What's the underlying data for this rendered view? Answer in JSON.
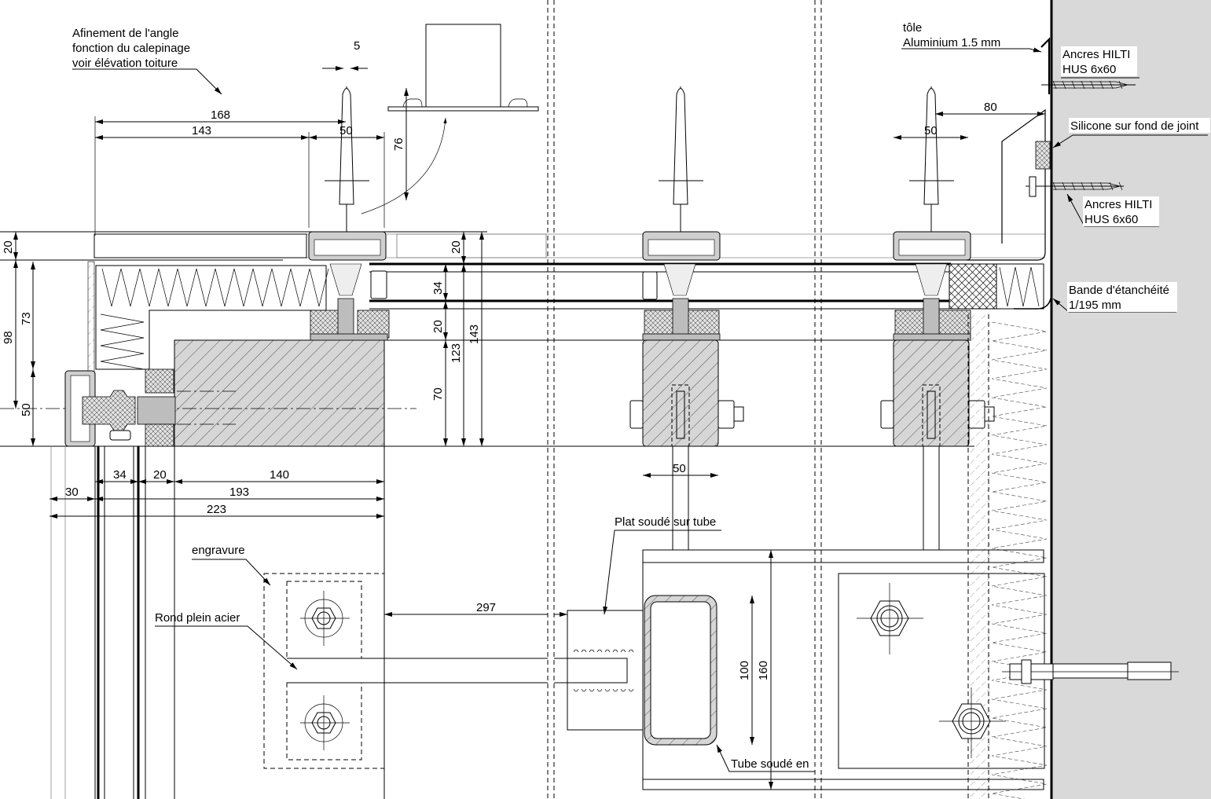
{
  "drawing": {
    "title": "Détail construction façade / toiture",
    "colors": {
      "line": "#000000",
      "wall": "#d9d9d9",
      "section_fill": "#d0d0d0"
    }
  },
  "annotations": {
    "afinement": [
      "Afinement de l'angle",
      "fonction du calepinage",
      "voir élévation toiture"
    ],
    "tole": [
      "tôle",
      "Aluminium 1.5 mm"
    ],
    "ancres_top": [
      "Ancres HILTI",
      "HUS 6x60"
    ],
    "silicone": "Silicone sur fond de joint",
    "ancres_mid": [
      "Ancres HILTI",
      "HUS 6x60"
    ],
    "bande": [
      "Bande d'étanchéité",
      "1/195 mm"
    ],
    "engravure": "engravure",
    "rond_plein": "Rond plein acier",
    "plat_soude": "Plat soudé sur tube",
    "tube_soude": "Tube soudé en"
  },
  "dimensions": {
    "d5": "5",
    "d168": "168",
    "d143_top": "143",
    "d50_top_left": "50",
    "d76": "76",
    "d80": "80",
    "d50_top_right": "50",
    "d20_left": "20",
    "d98": "98",
    "d73": "73",
    "d50_left": "50",
    "d20_mid_top": "20",
    "d34_mid": "34",
    "d20_mid": "20",
    "d123": "123",
    "d143_mid": "143",
    "d70": "70",
    "d50_bottom": "50",
    "d30": "30",
    "d34_bottom": "34",
    "d20_bottom": "20",
    "d140": "140",
    "d193": "193",
    "d223": "223",
    "d297": "297",
    "d100": "100",
    "d160": "160"
  }
}
